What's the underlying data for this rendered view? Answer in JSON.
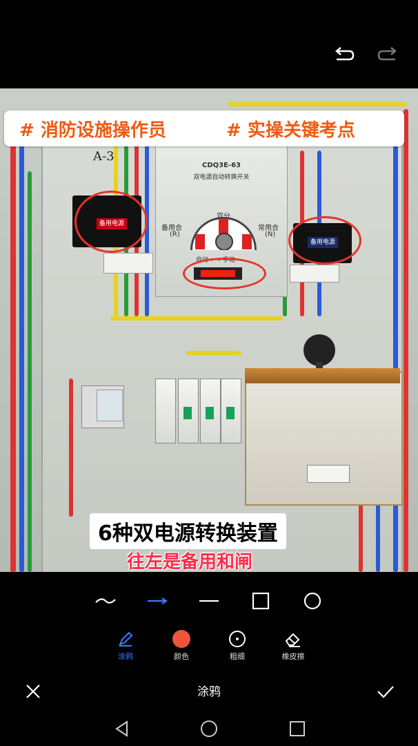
{
  "top_actions": {
    "undo_icon": "undo-icon",
    "redo_icon": "redo-icon"
  },
  "photo": {
    "banner_left": "# 消防设施操作员",
    "banner_right": "# 实操关键考点",
    "label_a3": "A-3",
    "ats_model": "CDQ3E-63",
    "ats_subtitle": "双电源自动转换开关",
    "ats_dual": "双分",
    "ats_backup": "备用合",
    "ats_backup_r": "(R)",
    "ats_normal": "常用合",
    "ats_normal_n": "(N)",
    "ats_auto_manual": "自动 ←→ 手动",
    "left_breaker_label": "备用电源",
    "right_breaker_label": "备用电源",
    "caption_main": "6种双电源转换装置",
    "caption_sub": "往左是备用和闸"
  },
  "shapes": {
    "wave": "wave-line-icon",
    "arrow": "arrow-line-icon",
    "line": "straight-line-icon",
    "rect": "rectangle-icon",
    "circle": "circle-icon"
  },
  "tools": [
    {
      "label": "涂鸦",
      "icon": "pen-icon",
      "active": true
    },
    {
      "label": "颜色",
      "icon": "color-dot-icon",
      "color": "#f0553a"
    },
    {
      "label": "粗细",
      "icon": "thickness-icon"
    },
    {
      "label": "橡皮擦",
      "icon": "eraser-icon"
    }
  ],
  "bottom_bar": {
    "title": "涂鸦",
    "cancel_icon": "close-icon",
    "confirm_icon": "check-icon"
  },
  "colors": {
    "accent": "#3d7bff",
    "banner_text": "#f05a10",
    "caption_sub": "#ff2b4a"
  }
}
